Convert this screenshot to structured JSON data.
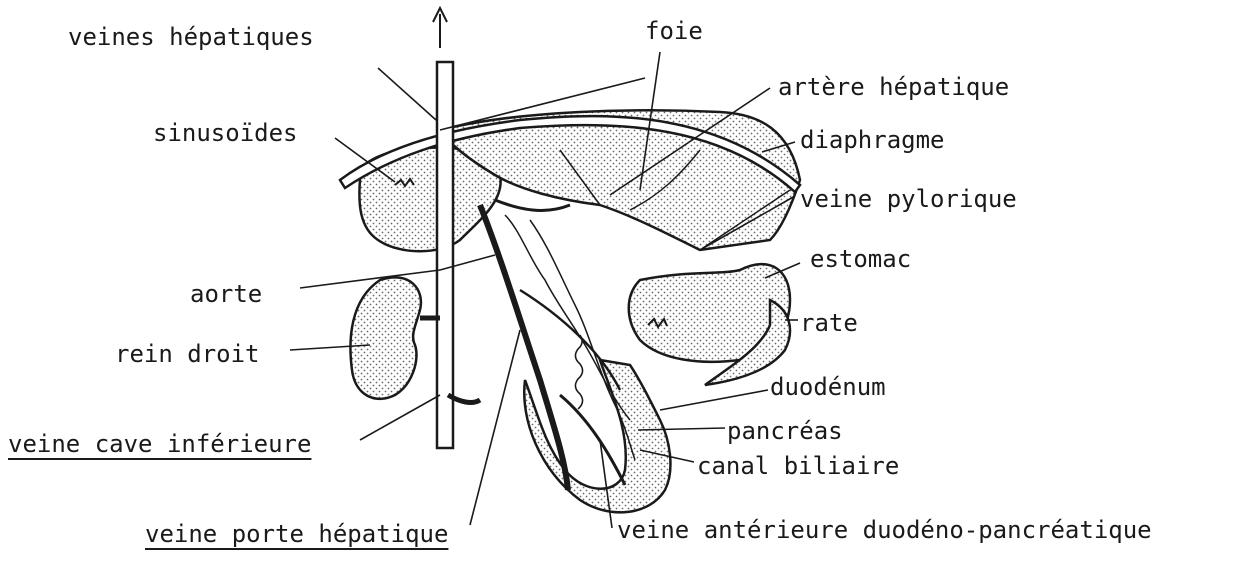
{
  "labels": {
    "veines_hepatiques": "veines hépatiques",
    "foie": "foie",
    "artere_hepatique": "artère hépatique",
    "sinusoides": "sinusoïdes",
    "diaphragme": "diaphragme",
    "veine_pylorique": "veine pylorique",
    "estomac": "estomac",
    "aorte": "aorte",
    "rate": "rate",
    "rein_droit": "rein droit",
    "duodenum": "duodénum",
    "pancreas": "pancréas",
    "veine_cave_inferieure": "veine cave inférieure",
    "canal_biliaire": "canal biliaire",
    "veine_porte_hepatique": "veine porte hépatique",
    "veine_anterieure": "veine antérieure duodéno-pancréatique"
  },
  "colors": {
    "ink": "#1a1a1a",
    "stipple": "#6b6b6b",
    "paper": "#ffffff"
  }
}
